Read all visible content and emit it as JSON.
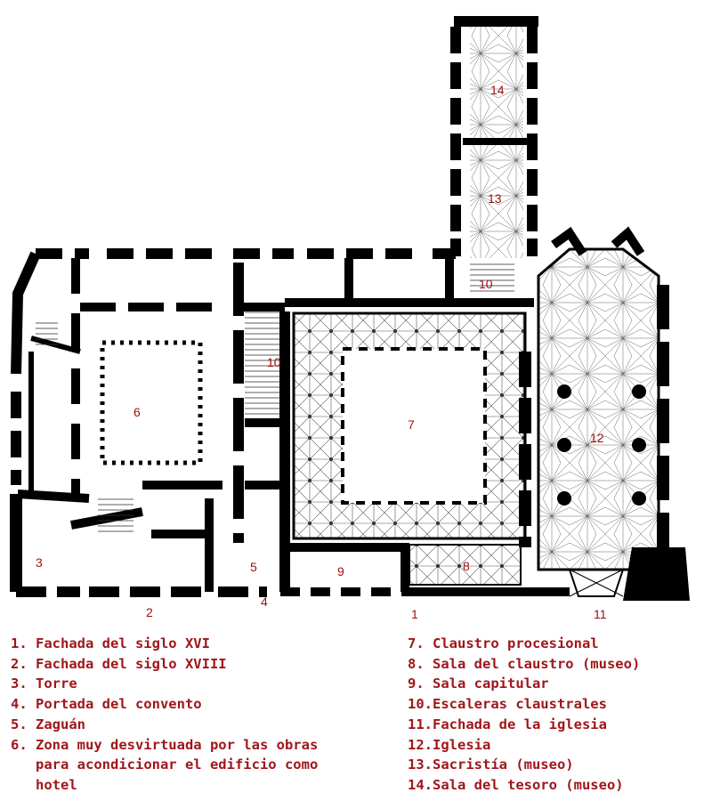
{
  "plan_labels": {
    "n14": "14",
    "n13": "13",
    "n10a": "10",
    "n10b": "10",
    "n6": "6",
    "n7": "7",
    "n12": "12",
    "n3": "3",
    "n5": "5",
    "n9": "9",
    "n8": "8",
    "n2": "2",
    "n4": "4",
    "n1": "1",
    "n11": "11"
  },
  "legend_left": [
    "1. Fachada del siglo XVI",
    "2. Fachada del siglo XVIII",
    "3. Torre",
    "4. Portada del convento",
    "5. Zaguán",
    "6. Zona muy desvirtuada por las obras",
    "   para acondicionar el edificio como",
    "   hotel"
  ],
  "legend_right": [
    "7. Claustro procesional",
    "8. Sala del claustro (museo)",
    "9. Sala capitular",
    "10.Escaleras claustrales",
    "11.Fachada de la iglesia",
    "12.Iglesia",
    "13.Sacristía (museo)",
    "14.Sala del tesoro (museo)"
  ],
  "colors": {
    "walls": "#000000",
    "labels": "#a01010",
    "legend": "#a0161a"
  }
}
